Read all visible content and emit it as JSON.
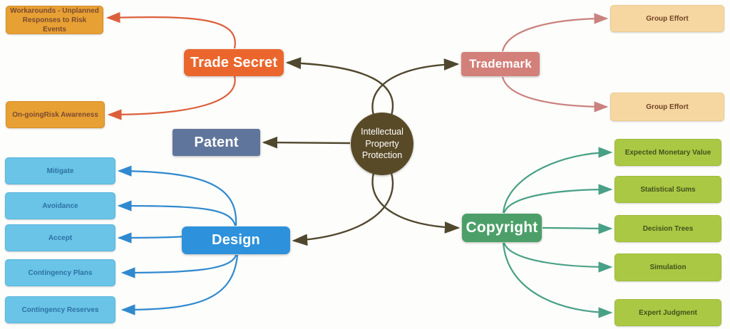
{
  "center": {
    "label": "Intellectual Property Protection"
  },
  "branches": {
    "trade_secret": {
      "label": "Trade Secret",
      "children": {
        "workarounds": "Workarounds - Unplanned\nResponses to Risk Events",
        "ongoing": "On-goingRisk Awareness"
      }
    },
    "trademark": {
      "label": "Trademark",
      "children": {
        "group_effort_1": "Group Effort",
        "group_effort_2": "Group Effort"
      }
    },
    "patent": {
      "label": "Patent"
    },
    "design": {
      "label": "Design",
      "children": {
        "mitigate": "Mitigate",
        "avoidance": "Avoidance",
        "accept": "Accept",
        "contingency_plans": "Contingency Plans",
        "contingency_reserves": "Contingency Reserves"
      }
    },
    "copyright": {
      "label": "Copyright",
      "children": {
        "expected_monetary_value": "Expected Monetary Value",
        "statistical_sums": "Statistical Sums",
        "decision_trees": "Decision Trees",
        "simulation": "Simulation",
        "expert_judgment": "Expert Judgment"
      }
    }
  },
  "colors": {
    "center_bg": "#594A27",
    "trade_secret_bg": "#EA662C",
    "trademark_bg": "#D3807A",
    "patent_bg": "#60759B",
    "design_bg": "#2D91DC",
    "copyright_bg": "#4C9F68",
    "orange_child_bg": "#E7A033",
    "blue_child_bg": "#69C4E8",
    "peach_child_bg": "#F6D7A1",
    "lime_child_bg": "#ABC844",
    "center_edge": "#50482E",
    "orange_edge": "#DC5F3C",
    "rose_edge": "#C9827E",
    "blue_edge": "#3089CF",
    "teal_edge": "#48A086"
  }
}
